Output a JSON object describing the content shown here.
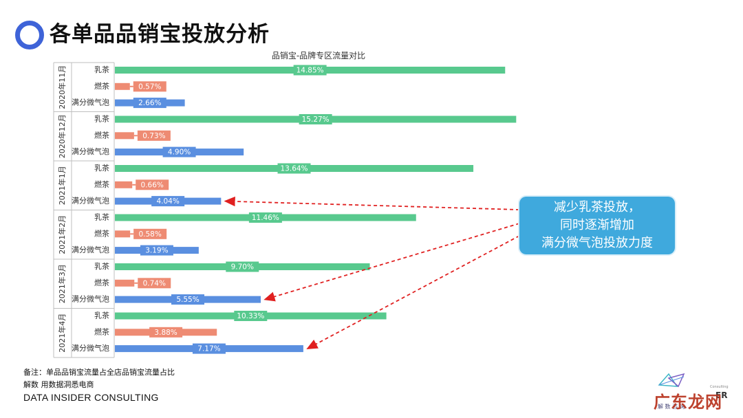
{
  "page": {
    "title": "各单品品销宝投放分析",
    "footnote1": "备注：单品品销宝流量占全店品销宝流量占比",
    "footnote2": "解数 用数据洞悉电商",
    "company": "DATA INSIDER CONSULTING",
    "callout_lines": [
      "减少乳茶投放，",
      "同时逐渐增加",
      "满分微气泡投放力度"
    ],
    "logo_text": "解 数 咨 询",
    "logo_suffix": "ER",
    "logo_small": "Consulting",
    "watermark": "广东龙网"
  },
  "colors": {
    "accent": "#3e63d8",
    "milk_tea": "#58c98e",
    "ran_tea": "#ee8b73",
    "bubble": "#5a8fe0",
    "callout": "#3fa9dd",
    "arrow": "#e02020"
  },
  "chart_data": {
    "type": "bar",
    "orientation": "horizontal",
    "title": "品销宝-品牌专区流量对比",
    "unit": "%",
    "grid": false,
    "legend": "none",
    "groups": [
      {
        "period": "2020年11月",
        "items": [
          {
            "name": "乳茶",
            "value": 14.85,
            "label": "14.85%"
          },
          {
            "name": "燃茶",
            "value": 0.57,
            "label": "0.57%"
          },
          {
            "name": "满分微气泡",
            "value": 2.66,
            "label": "2.66%"
          }
        ]
      },
      {
        "period": "2020年12月",
        "items": [
          {
            "name": "乳茶",
            "value": 15.27,
            "label": "15.27%"
          },
          {
            "name": "燃茶",
            "value": 0.73,
            "label": "0.73%"
          },
          {
            "name": "满分微气泡",
            "value": 4.9,
            "label": "4.90%"
          }
        ]
      },
      {
        "period": "2021年1月",
        "items": [
          {
            "name": "乳茶",
            "value": 13.64,
            "label": "13.64%"
          },
          {
            "name": "燃茶",
            "value": 0.66,
            "label": "0.66%"
          },
          {
            "name": "满分微气泡",
            "value": 4.04,
            "label": "4.04%"
          }
        ]
      },
      {
        "period": "2021年2月",
        "items": [
          {
            "name": "乳茶",
            "value": 11.46,
            "label": "11.46%"
          },
          {
            "name": "燃茶",
            "value": 0.58,
            "label": "0.58%"
          },
          {
            "name": "满分微气泡",
            "value": 3.19,
            "label": "3.19%"
          }
        ]
      },
      {
        "period": "2021年3月",
        "items": [
          {
            "name": "乳茶",
            "value": 9.7,
            "label": "9.70%"
          },
          {
            "name": "燃茶",
            "value": 0.74,
            "label": "0.74%"
          },
          {
            "name": "满分微气泡",
            "value": 5.55,
            "label": "5.55%"
          }
        ]
      },
      {
        "period": "2021年4月",
        "items": [
          {
            "name": "乳茶",
            "value": 10.33,
            "label": "10.33%"
          },
          {
            "name": "燃茶",
            "value": 3.88,
            "label": "3.88%"
          },
          {
            "name": "满分微气泡",
            "value": 7.17,
            "label": "7.17%"
          }
        ]
      }
    ]
  }
}
